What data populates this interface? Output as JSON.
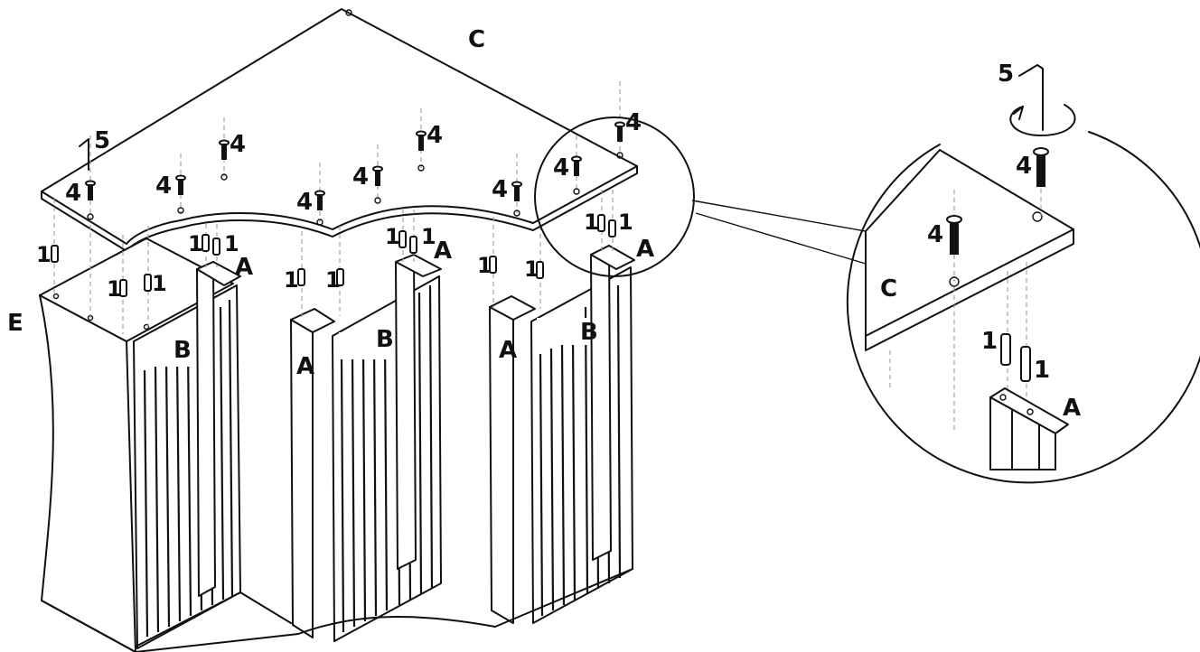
{
  "diagram": {
    "parts": {
      "A": "A",
      "B": "B",
      "C": "C",
      "E": "E",
      "dowel": "1",
      "bolt": "4",
      "hex_key": "5"
    },
    "icons": {
      "hex_key": "allen-key-icon",
      "rotation": "rotate-arrow-icon",
      "bolt": "bolt-icon",
      "dowel": "dowel-icon"
    },
    "colors": {
      "line": "#111111",
      "guide": "#9a9a9a",
      "background": "#ffffff"
    }
  }
}
